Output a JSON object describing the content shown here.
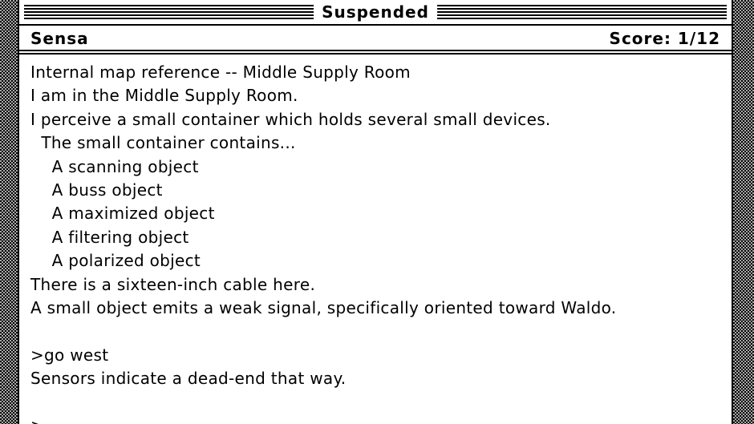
{
  "window": {
    "title": "Suspended"
  },
  "status": {
    "location": "Sensa",
    "score": "Score: 1/12"
  },
  "transcript": [
    "Internal map reference -- Middle Supply Room",
    "I am in the Middle Supply Room.",
    "I perceive a small container which holds several small devices.",
    "  The small container contains...",
    "    A scanning object",
    "    A buss object",
    "    A maximized object",
    "    A filtering object",
    "    A polarized object",
    "There is a sixteen-inch cable here.",
    "A small object emits a weak signal, specifically oriented toward Waldo.",
    "",
    ">go west",
    "Sensors indicate a dead-end that way.",
    "",
    ">"
  ]
}
